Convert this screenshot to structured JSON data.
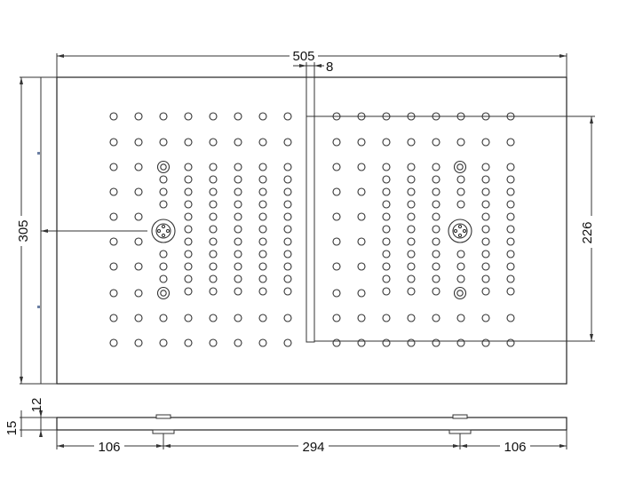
{
  "diagram": {
    "top_view": {
      "dim_overall_width": "505",
      "dim_gap": "8",
      "dim_overall_height": "305",
      "dim_spray_height": "226"
    },
    "side_view": {
      "dim_top_offset": "12",
      "dim_thickness": "15",
      "dim_left": "106",
      "dim_center": "294",
      "dim_right": "106"
    },
    "colors": {
      "line": "#333333",
      "marker": "#6b7fa3"
    }
  }
}
